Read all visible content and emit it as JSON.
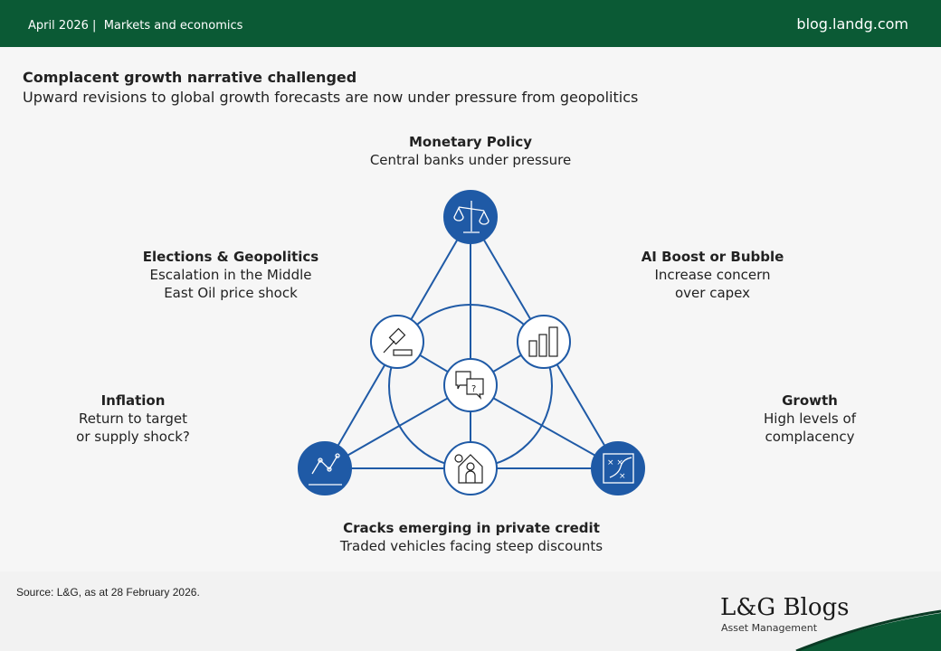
{
  "header": {
    "date": "April 2026 |",
    "section": "Markets and economics",
    "site": "blog.landg.com"
  },
  "title": "Complacent growth narrative challenged",
  "subtitle": "Upward revisions to global growth forecasts are now under pressure from geopolitics",
  "nodes": {
    "monetary": {
      "title": "Monetary Policy",
      "desc": "Central banks under pressure",
      "icon": "scales-icon"
    },
    "elections": {
      "title": "Elections & Geopolitics",
      "desc1": "Escalation in the Middle",
      "desc2": "East Oil price shock",
      "icon": "gavel-icon"
    },
    "ai": {
      "title": "AI Boost or Bubble",
      "desc1": "Increase concern",
      "desc2": "over capex",
      "icon": "bar-chart-icon"
    },
    "inflation": {
      "title": "Inflation",
      "desc1": "Return to target",
      "desc2": "or supply shock?",
      "icon": "line-chart-icon"
    },
    "growth": {
      "title": "Growth",
      "desc1": "High levels of",
      "desc2": "complacency",
      "icon": "strategy-board-icon"
    },
    "credit": {
      "title": "Cracks emerging in private credit",
      "desc": "Traded vehicles facing steep discounts",
      "icon": "house-icon"
    },
    "center": {
      "icon": "question-bubbles-icon"
    }
  },
  "colors": {
    "green": "#0b5a35",
    "blue": "#1f5aa6"
  },
  "source": "Source: L&G, as at 28 February 2026.",
  "logo": {
    "name": "L&G Blogs",
    "tagline": "Asset Management"
  }
}
